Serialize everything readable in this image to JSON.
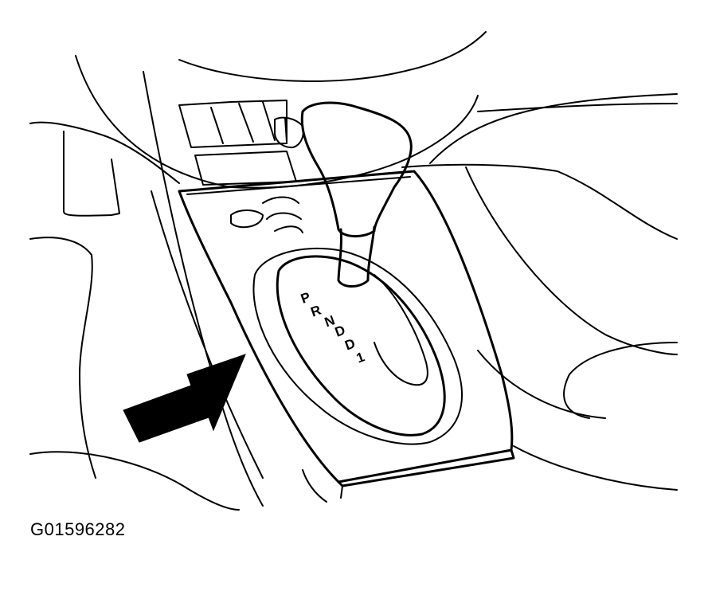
{
  "figure": {
    "id_label": "G01596282",
    "gear_positions": [
      "P",
      "R",
      "N",
      "D",
      "D",
      "1"
    ]
  },
  "colors": {
    "line": "#000000",
    "background": "#ffffff"
  },
  "icons": {
    "pointer": "arrow-icon"
  }
}
